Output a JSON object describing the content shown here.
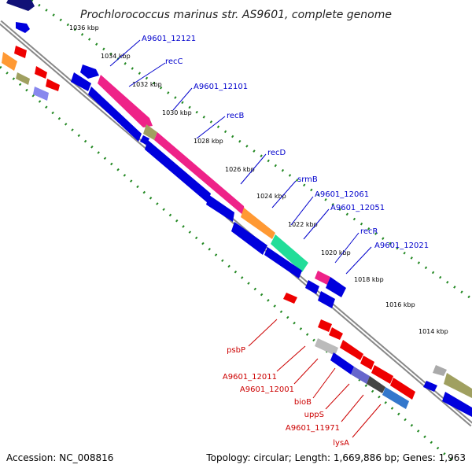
{
  "title": "Prochlorococcus marinus str. AS9601, complete genome",
  "footer": {
    "accession": "Accession: NC_008816",
    "topology": "Topology: circular; Length: 1,669,886 bp; Genes: 1,963"
  },
  "ticks": [
    "1036 kbp",
    "1034 kbp",
    "1032 kbp",
    "1030 kbp",
    "1028 kbp",
    "1026 kbp",
    "1024 kbp",
    "1022 kbp",
    "1020 kbp",
    "1018 kbp",
    "1016 kbp",
    "1014 kbp"
  ],
  "labels_forward": [
    "A9601_12121",
    "recC",
    "A9601_12101",
    "recB",
    "recD",
    "srmB",
    "A9601_12061",
    "A9601_12051",
    "recR",
    "A9601_12021"
  ],
  "labels_reverse": [
    "psbP",
    "A9601_12011",
    "A9601_12001",
    "bioB",
    "uppS",
    "A9601_11971",
    "lysA"
  ],
  "colors": {
    "forward_label": "#0000cc",
    "reverse_label": "#cc0000",
    "blue_gene": "#0000dd",
    "red_gene": "#ee0000",
    "rec_gene": "#ee2288",
    "srmB_gene": "#22dd99",
    "dotted": "#228822",
    "backbone": "#888888"
  }
}
